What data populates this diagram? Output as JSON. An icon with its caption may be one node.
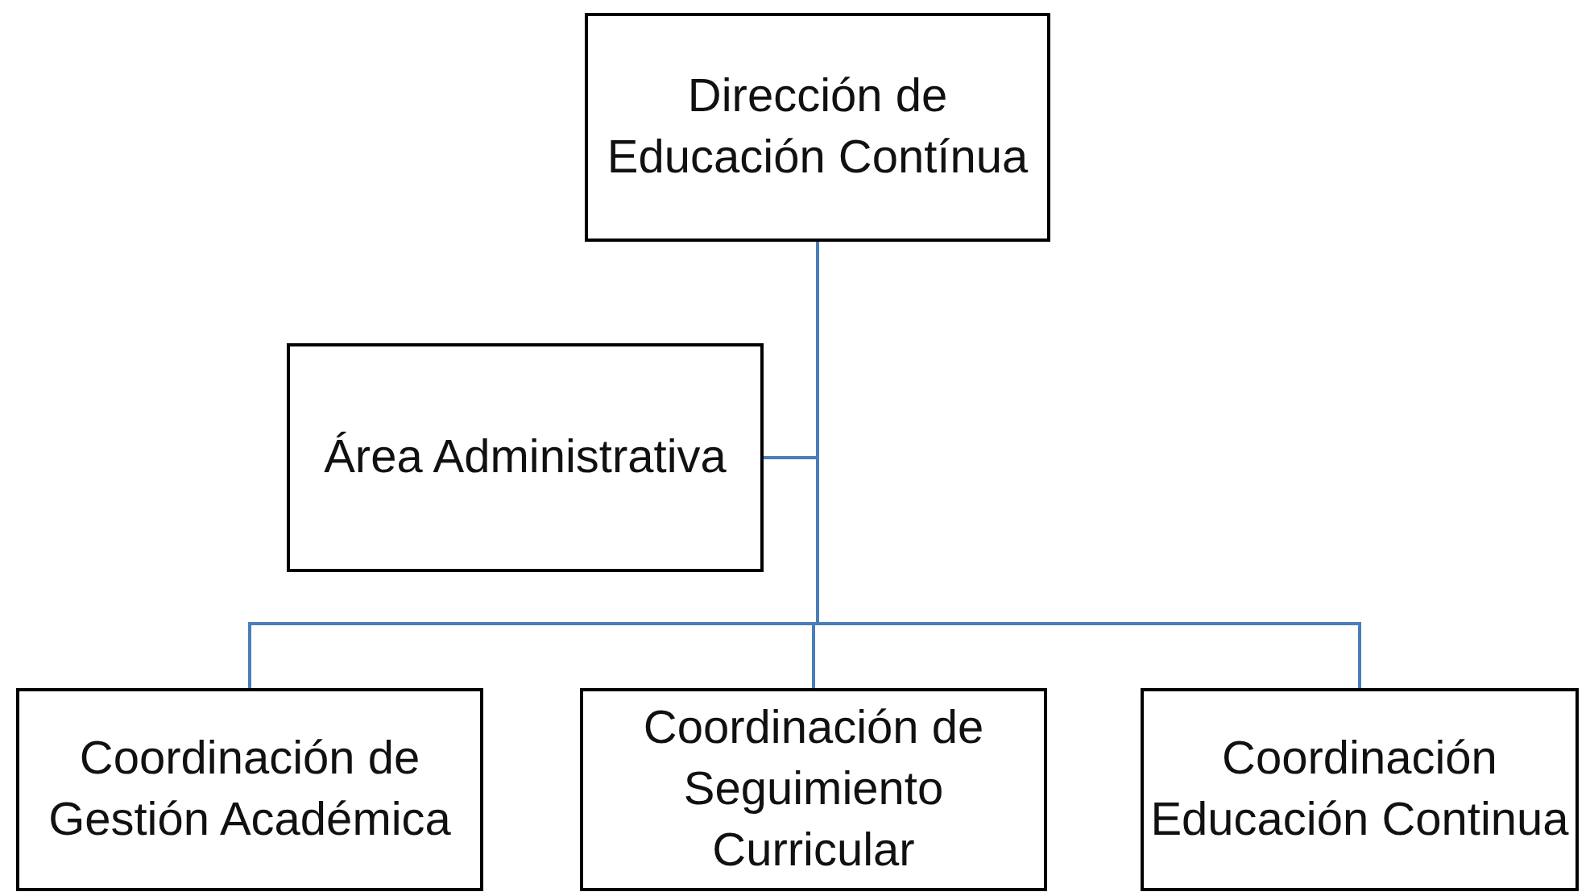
{
  "diagram": {
    "nodes": [
      {
        "text": [
          "Dirección de Educación Contínua"
        ]
      },
      {
        "text": [
          "Área Administrativa"
        ]
      },
      {
        "text": [
          "Coordinación de Gestión Académica"
        ]
      },
      {
        "text": [
          "Coordinación de Seguimiento Curricular"
        ]
      },
      {
        "text": [
          "Coordinación Educación Continua"
        ]
      }
    ],
    "edges": [
      {
        "from": 0,
        "to": 1,
        "arrow": "none"
      },
      {
        "from": 0,
        "to": 2,
        "arrow": "none"
      },
      {
        "from": 0,
        "to": 3,
        "arrow": "none"
      },
      {
        "from": 0,
        "to": 4,
        "arrow": "none"
      }
    ]
  }
}
